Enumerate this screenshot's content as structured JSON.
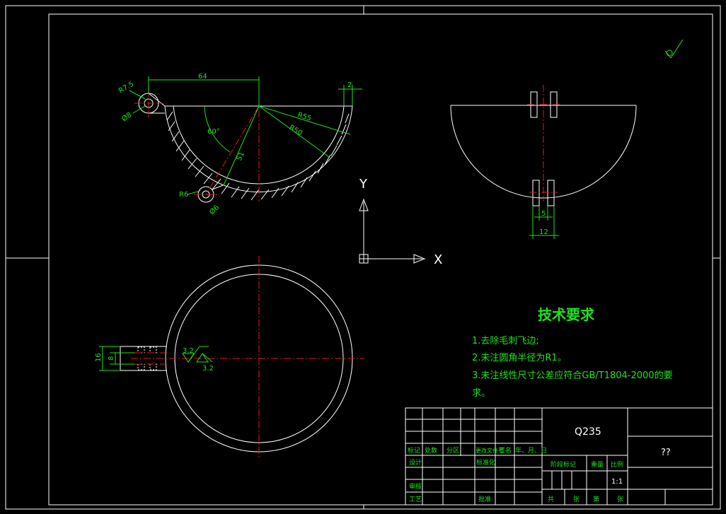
{
  "dimensions": {
    "d64": "64",
    "r75": "R7.5",
    "d8": "Ø8",
    "a60": "60°",
    "r55": "R55",
    "r50": "R50",
    "l51": "51",
    "r6": "R6",
    "d6": "Ø6",
    "t2": "2",
    "w5": "5",
    "w12": "12",
    "h16": "16",
    "h8": "8",
    "s32a": "3.2",
    "s32b": "3.2"
  },
  "axes": {
    "y": "Y",
    "x": "X"
  },
  "tech": {
    "title": "技术要求",
    "items": [
      "1.去除毛刺飞边;",
      "2.未注圆角半径为R1。",
      "3.未注线性尺寸公差应符合GB/T1804-2000的要",
      "求。"
    ]
  },
  "titleblock": {
    "material": "Q235",
    "name": "??",
    "scale": "1:1",
    "rev_headers": [
      "标记",
      "处数",
      "分区",
      "更改文件号",
      "签名",
      "年、月、日"
    ],
    "row_design": "设计",
    "row_std": "标准化",
    "row_review": "审核",
    "row_craft": "工艺",
    "approve": "批准",
    "stage_headers": [
      "阶段标记",
      "重量",
      "比例"
    ],
    "sheets": [
      "共",
      "张",
      "第",
      "张"
    ]
  }
}
